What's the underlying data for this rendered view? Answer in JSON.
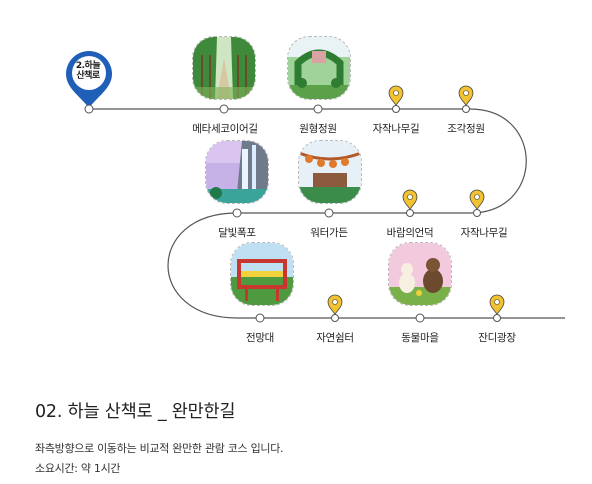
{
  "course": {
    "badge_line1": "2.하늘",
    "badge_line2": "산책로",
    "title": "02. 하늘 산책로 _ 완만한길",
    "description": "좌측방향으로 이동하는 비교적 완만한 관람 코스 입니다.",
    "duration": "소요시간: 약 1시간"
  },
  "stops": [
    {
      "id": "metasequoia",
      "label": "메타세코이어길",
      "photo": "tree-avenue"
    },
    {
      "id": "round-garden",
      "label": "원형정원",
      "photo": "garden-arch"
    },
    {
      "id": "birch-road-1",
      "label": "자작나무길",
      "marker": "yellow-pin"
    },
    {
      "id": "sculpture-garden",
      "label": "조각정원",
      "marker": "yellow-pin"
    },
    {
      "id": "moonlight-falls",
      "label": "달빛폭포",
      "photo": "waterfall"
    },
    {
      "id": "water-garden",
      "label": "워터가든",
      "photo": "lanterns"
    },
    {
      "id": "wind-hill",
      "label": "바람의언덕",
      "marker": "yellow-pin"
    },
    {
      "id": "birch-road-2",
      "label": "자작나무길",
      "marker": "yellow-pin"
    },
    {
      "id": "observatory",
      "label": "전망대",
      "photo": "viewpoint-frame"
    },
    {
      "id": "nature-rest",
      "label": "자연쉼터",
      "marker": "yellow-pin"
    },
    {
      "id": "animal-village",
      "label": "동물마을",
      "photo": "alpacas"
    },
    {
      "id": "lawn-plaza",
      "label": "잔디광장",
      "marker": "yellow-pin"
    }
  ],
  "colors": {
    "route": "#555555",
    "start_pin": "#1f5fb8",
    "marker_pin": "#f2c230",
    "text": "#222222"
  }
}
